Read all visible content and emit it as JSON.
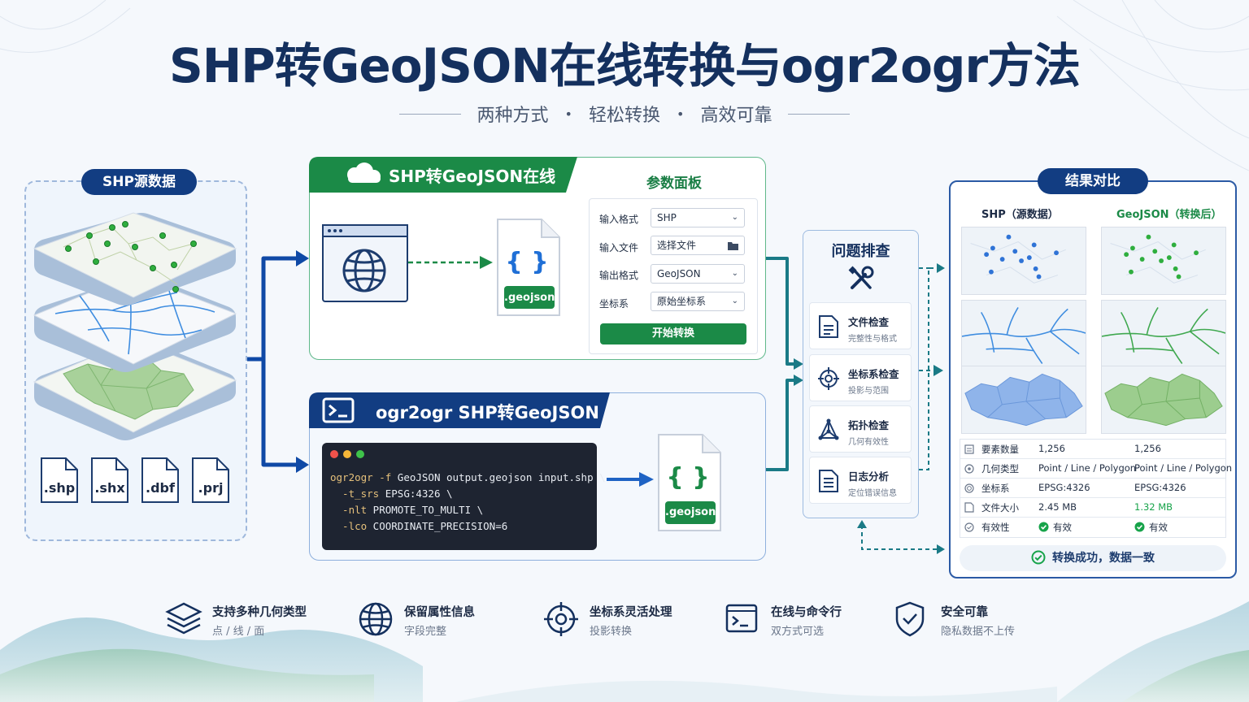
{
  "title": "SHP转GeoJSON在线转换与ogr2ogr方法",
  "subtitle": [
    "两种方式",
    "轻松转换",
    "高效可靠"
  ],
  "source": {
    "label": "SHP源数据",
    "files": [
      ".shp",
      ".shx",
      ".dbf",
      ".prj"
    ]
  },
  "online": {
    "header": "SHP转GeoJSON在线",
    "output_file": ".geojson",
    "panel_title": "参数面板",
    "params": [
      {
        "label": "输入格式",
        "value": "SHP",
        "icon": "chevron-down-icon"
      },
      {
        "label": "输入文件",
        "value": "选择文件",
        "icon": "folder-icon"
      },
      {
        "label": "输出格式",
        "value": "GeoJSON",
        "icon": "chevron-down-icon"
      },
      {
        "label": "坐标系",
        "value": "原始坐标系",
        "icon": "chevron-down-icon"
      }
    ],
    "start_button": "开始转换"
  },
  "ogr": {
    "header": "ogr2ogr SHP转GeoJSON",
    "output_file": ".geojson",
    "command": [
      {
        "flag": "ogr2ogr -f",
        "rest": " GeoJSON output.geojson input.shp \\"
      },
      {
        "flag": "  -t_srs",
        "rest": " EPSG:4326 \\"
      },
      {
        "flag": "  -nlt",
        "rest": " PROMOTE_TO_MULTI \\"
      },
      {
        "flag": "  -lco",
        "rest": " COORDINATE_PRECISION=6"
      }
    ]
  },
  "troubleshoot": {
    "title": "问题排查",
    "items": [
      {
        "title": "文件检查",
        "sub": "完整性与格式",
        "icon": "document-icon"
      },
      {
        "title": "坐标系检查",
        "sub": "投影与范围",
        "icon": "crosshair-icon"
      },
      {
        "title": "拓扑检查",
        "sub": "几何有效性",
        "icon": "topology-icon"
      },
      {
        "title": "日志分析",
        "sub": "定位错误信息",
        "icon": "log-icon"
      }
    ]
  },
  "results": {
    "label": "结果对比",
    "col_left": "SHP（源数据）",
    "col_right": "GeoJSON（转换后）",
    "rows": [
      {
        "icon": "layers-icon",
        "label": "要素数量",
        "shp": "1,256",
        "geojson": "1,256"
      },
      {
        "icon": "shape-icon",
        "label": "几何类型",
        "shp": "Point / Line / Polygon",
        "geojson": "Point / Line / Polygon"
      },
      {
        "icon": "crs-icon",
        "label": "坐标系",
        "shp": "EPSG:4326",
        "geojson": "EPSG:4326"
      },
      {
        "icon": "file-size-icon",
        "label": "文件大小",
        "shp": "2.45 MB",
        "geojson": "1.32 MB"
      },
      {
        "icon": "check-circle-icon",
        "label": "有效性",
        "shp": "有效",
        "geojson": "有效"
      }
    ],
    "success": "转换成功，数据一致"
  },
  "features": [
    {
      "title": "支持多种几何类型",
      "sub": "点 / 线 / 面",
      "icon": "stack-icon"
    },
    {
      "title": "保留属性信息",
      "sub": "字段完整",
      "icon": "globe-icon"
    },
    {
      "title": "坐标系灵活处理",
      "sub": "投影转换",
      "icon": "target-icon"
    },
    {
      "title": "在线与命令行",
      "sub": "双方式可选",
      "icon": "terminal-icon"
    },
    {
      "title": "安全可靠",
      "sub": "隐私数据不上传",
      "icon": "shield-check-icon"
    }
  ],
  "colors": {
    "navy": "#14305e",
    "blue": "#123d82",
    "green": "#1b8a47",
    "teal": "#1a7a86",
    "accent_green": "#17a34a"
  }
}
